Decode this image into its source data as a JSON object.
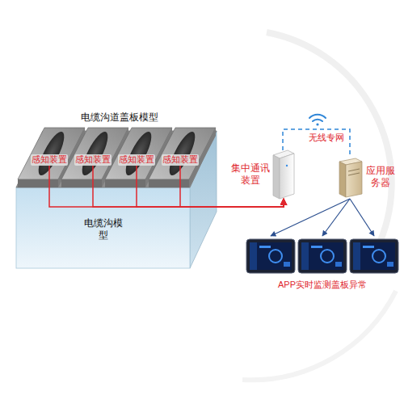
{
  "diagram": {
    "nodes": [
      {
        "text": [
          "电缆沟道盖板模型"
        ]
      },
      {
        "text": [
          "感知装置"
        ],
        "in": 0
      },
      {
        "text": [
          "感知装置"
        ],
        "in": 0
      },
      {
        "text": [
          "感知装置"
        ],
        "in": 0
      },
      {
        "text": [
          "感知装置"
        ],
        "in": 0
      },
      {
        "text": [
          "电缆沟模型"
        ]
      },
      {
        "text": [
          "集中通讯装置"
        ]
      },
      {
        "text": [
          "应用服务器"
        ]
      },
      {
        "text": [
          "APP实时监测盖板异常"
        ]
      }
    ],
    "edges": [
      {
        "from": 1,
        "to": 6,
        "arrow": "to"
      },
      {
        "from": 2,
        "to": 6,
        "arrow": "to"
      },
      {
        "from": 3,
        "to": 6,
        "arrow": "to"
      },
      {
        "from": 4,
        "to": 6,
        "arrow": "to"
      },
      {
        "from": 6,
        "to": 7,
        "label": "无线专网",
        "arrow": "none"
      },
      {
        "from": 7,
        "to": 8,
        "arrow": "to"
      }
    ]
  }
}
